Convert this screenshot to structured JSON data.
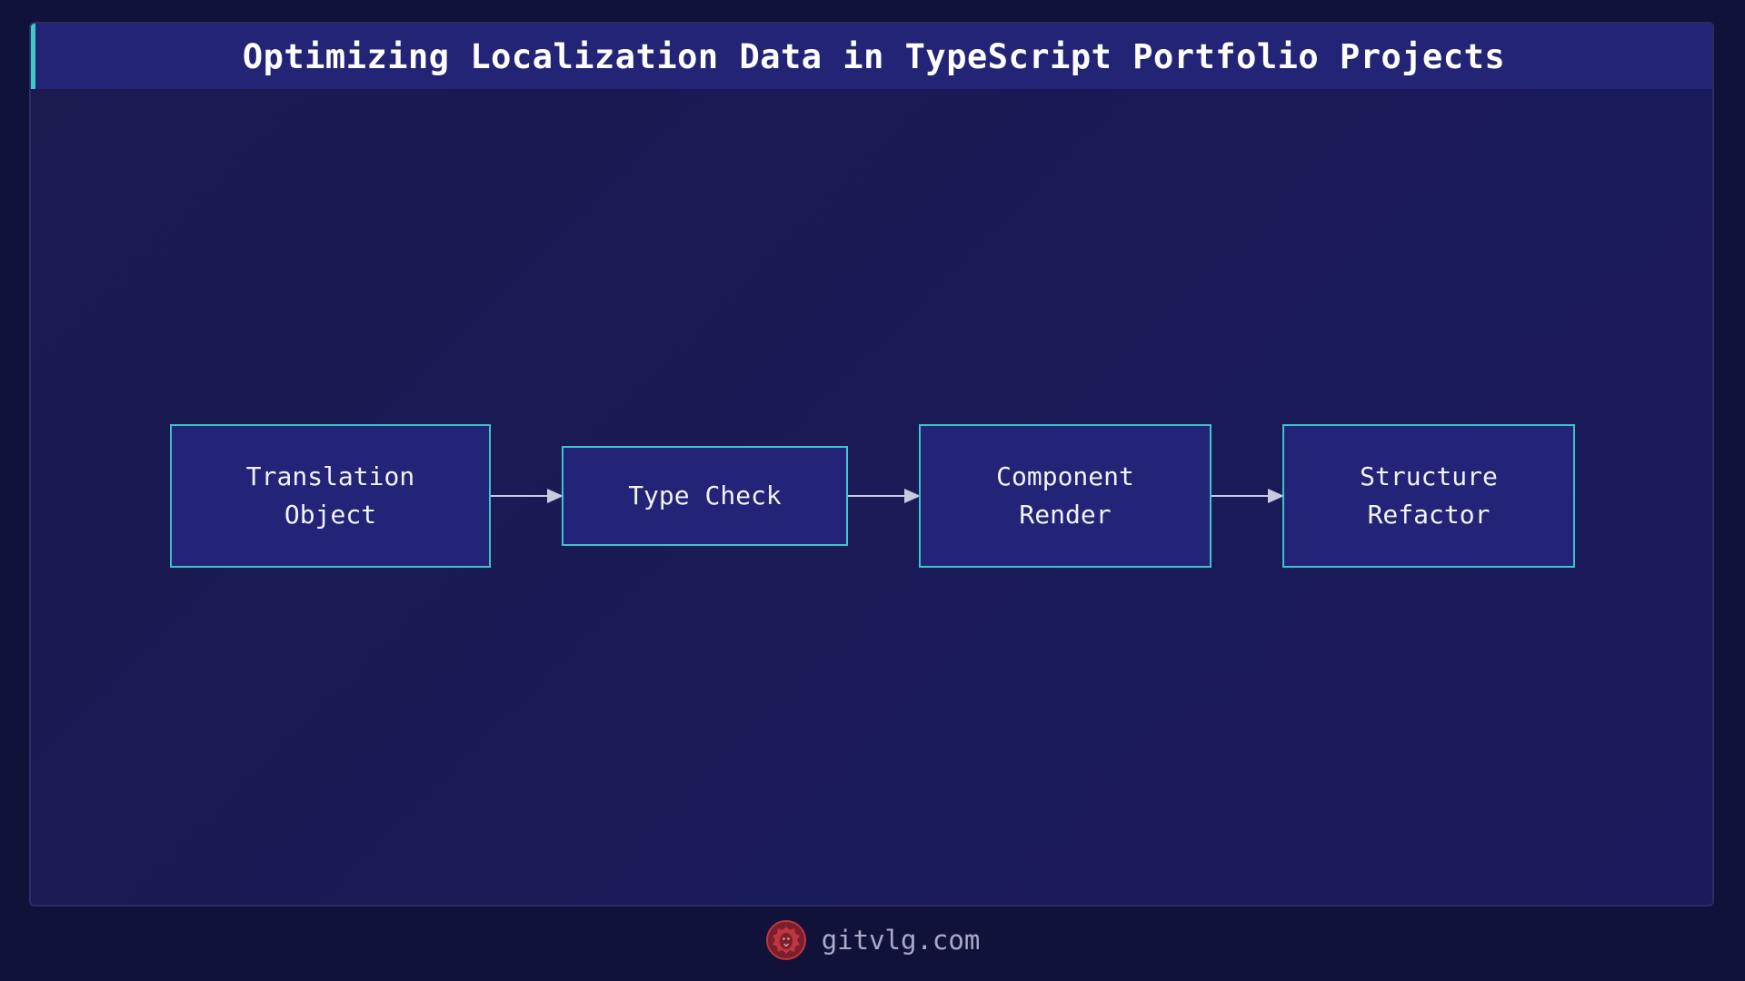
{
  "title": "Optimizing Localization Data in TypeScript Portfolio Projects",
  "diagram": {
    "nodes": [
      {
        "id": "translation-object",
        "label": "Translation\nObject"
      },
      {
        "id": "type-check",
        "label": "Type Check"
      },
      {
        "id": "component-render",
        "label": "Component\nRender"
      },
      {
        "id": "structure-refactor",
        "label": "Structure\nRefactor"
      }
    ],
    "edges": [
      {
        "from": "translation-object",
        "to": "type-check"
      },
      {
        "from": "type-check",
        "to": "component-render"
      },
      {
        "from": "component-render",
        "to": "structure-refactor"
      }
    ]
  },
  "footer": {
    "logo_icon": "lion-logo-icon",
    "site": "gitvlg.com"
  },
  "colors": {
    "background": "#11123a",
    "panel": "#1b1b50",
    "title_bar": "#232476",
    "accent": "#3fc9c9",
    "node_fill": "#232377",
    "node_border": "#3ec4cc",
    "arrow": "#c8cadf",
    "logo": "#c0353f"
  }
}
